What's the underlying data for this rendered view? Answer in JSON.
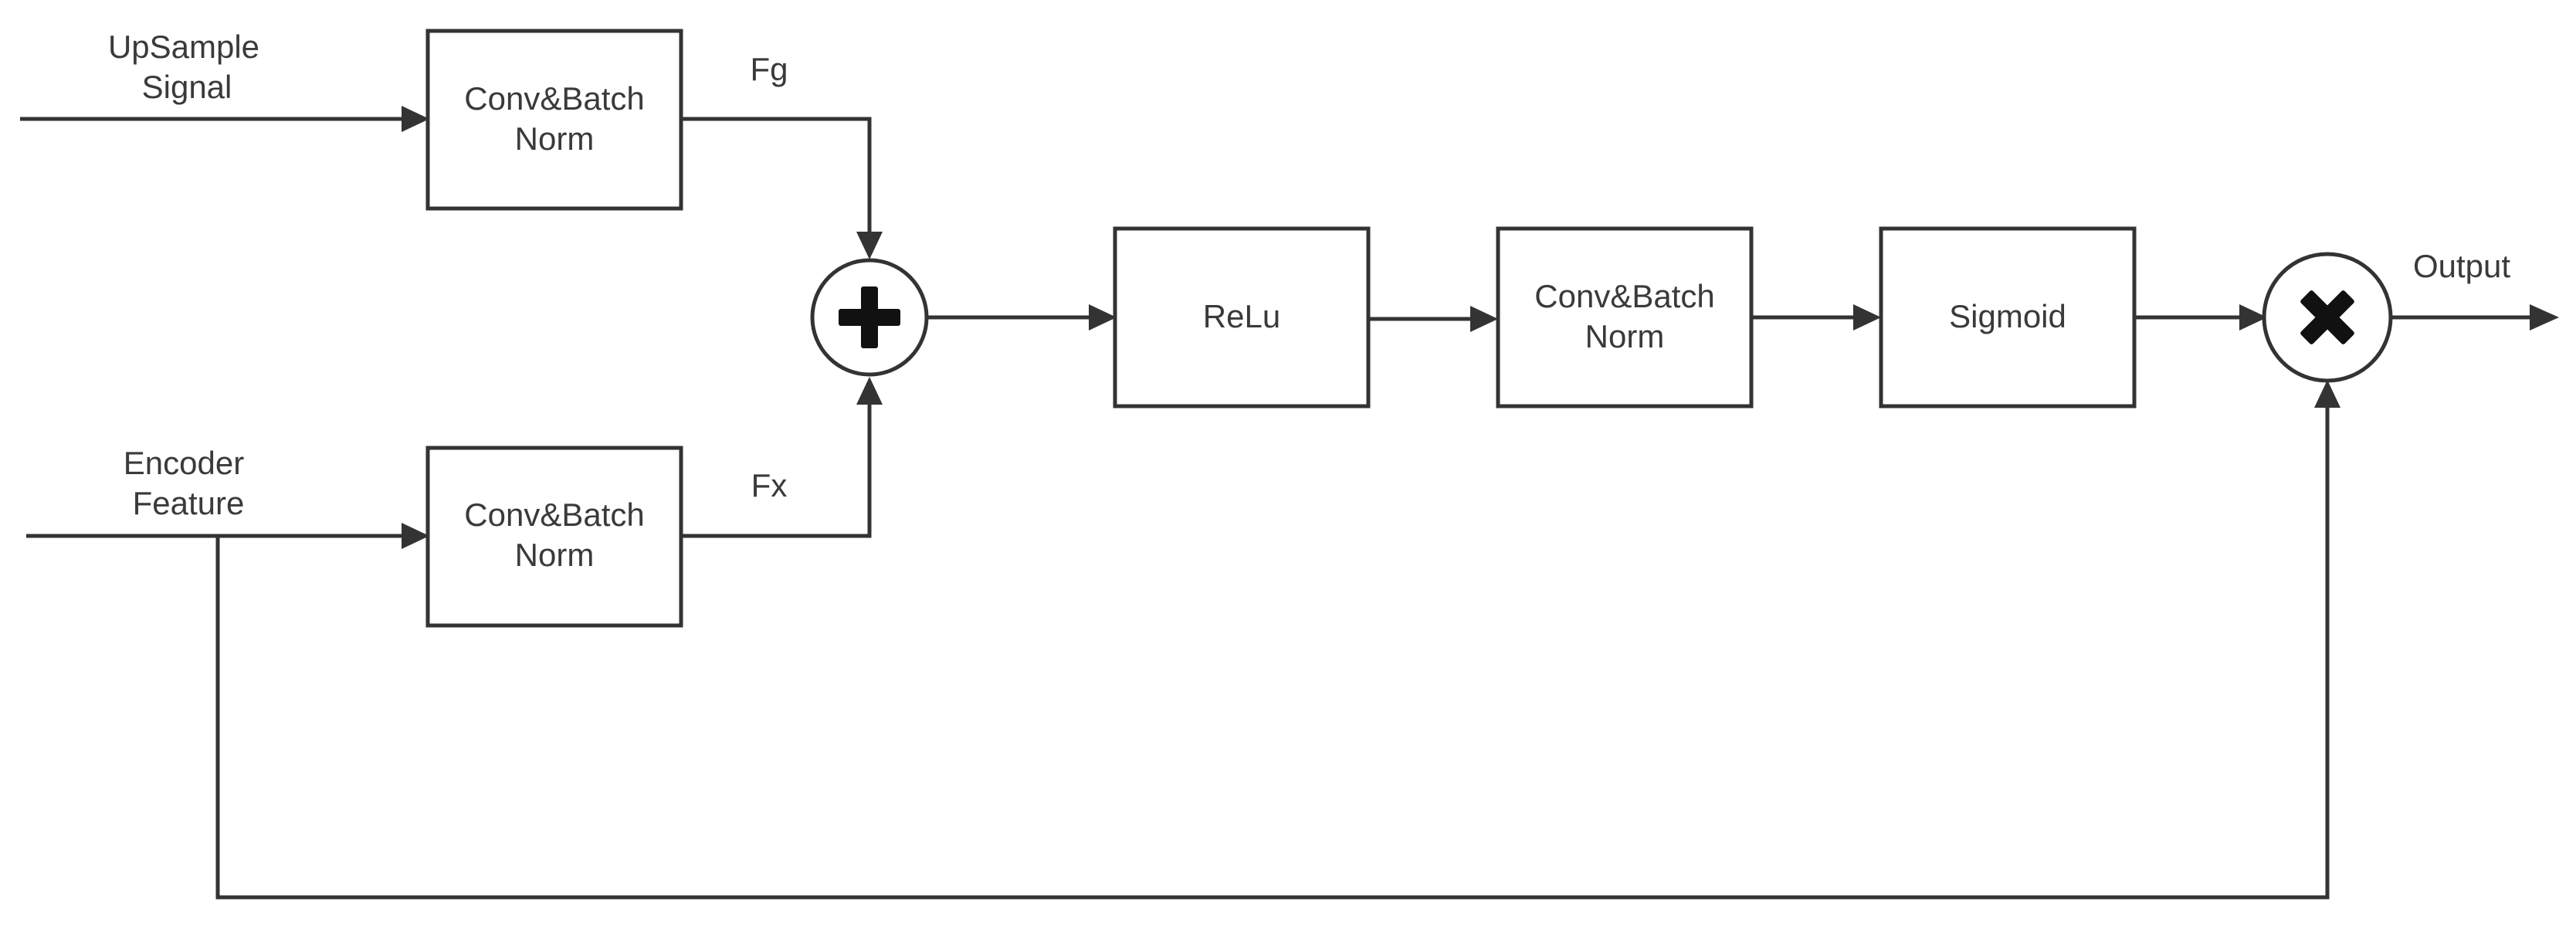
{
  "inputs": {
    "upsample": [
      "UpSample",
      "Signal"
    ],
    "encoder": [
      "Encoder",
      "Feature"
    ]
  },
  "blocks": {
    "conv_g": [
      "Conv&Batch",
      "Norm"
    ],
    "conv_x": [
      "Conv&Batch",
      "Norm"
    ],
    "relu": "ReLu",
    "conv_psi": [
      "Conv&Batch",
      "Norm"
    ],
    "sigmoid": "Sigmoid"
  },
  "signals": {
    "fg": "Fg",
    "fx": "Fx",
    "output": "Output"
  },
  "operators": {
    "add": "plus-icon",
    "multiply": "times-icon"
  },
  "colors": {
    "stroke": "#333333",
    "text": "#3a3a3a",
    "background": "#ffffff"
  }
}
